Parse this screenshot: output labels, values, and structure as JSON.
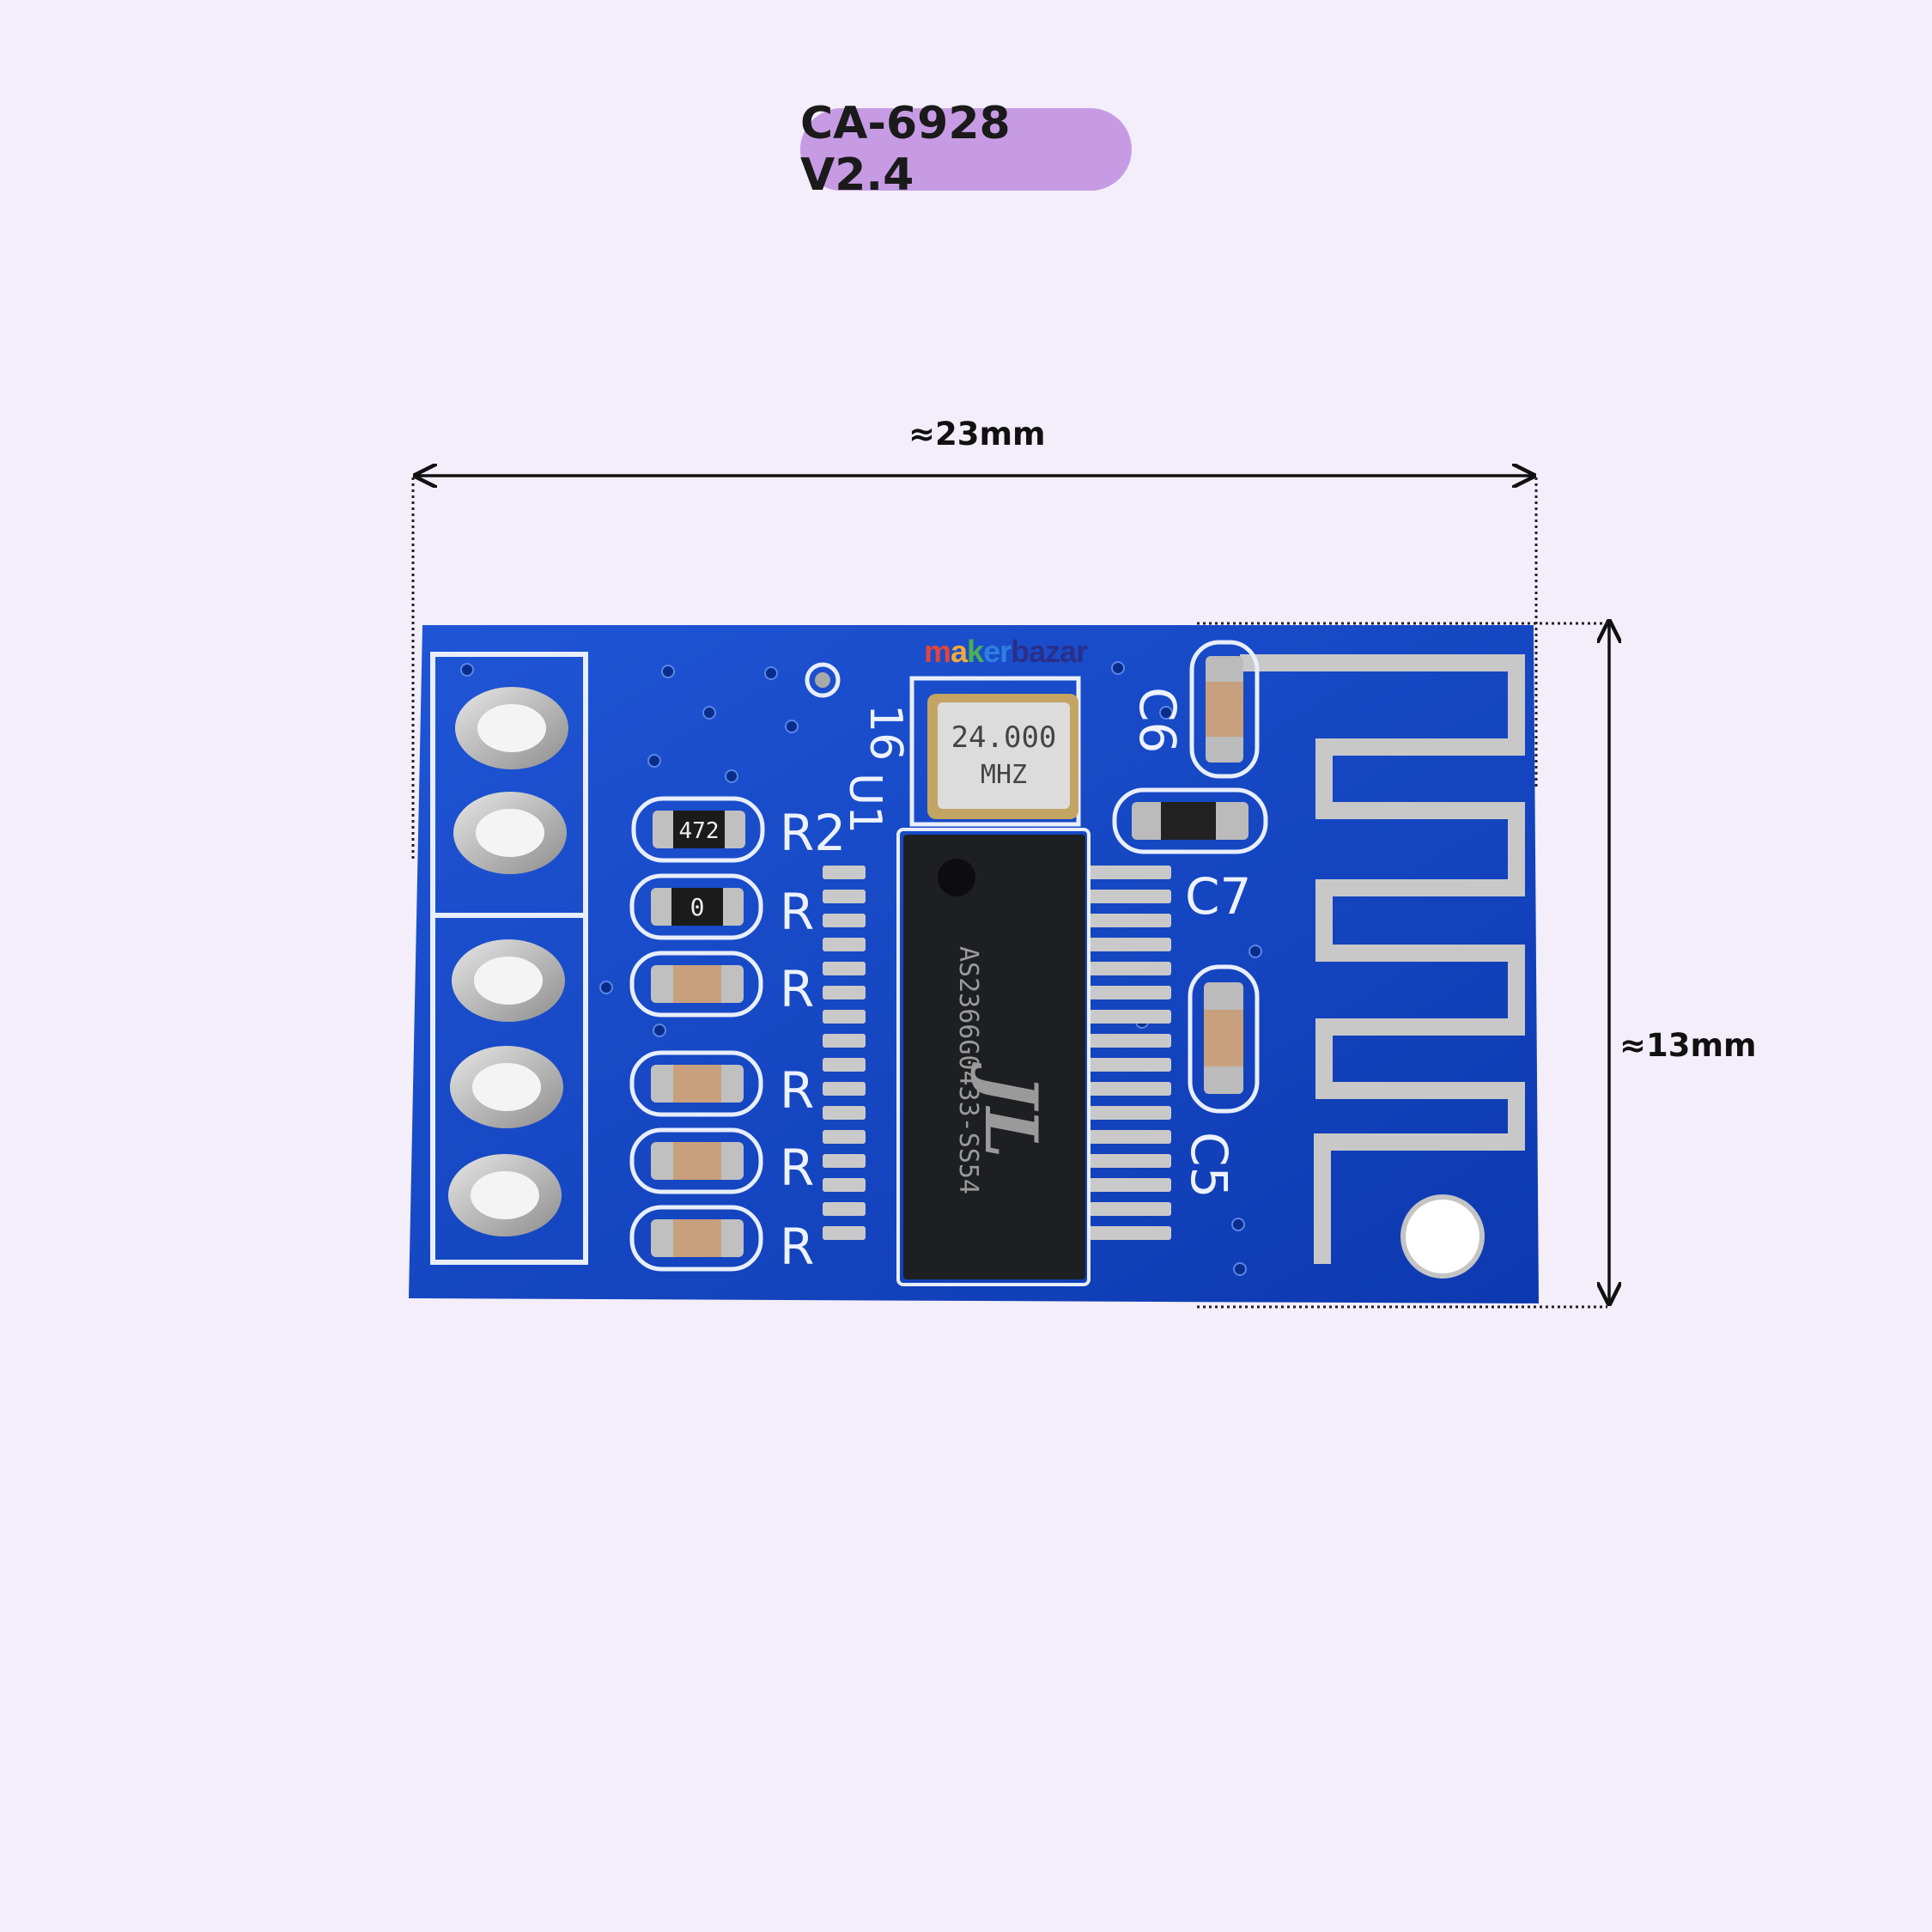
{
  "title": "CA-6928 V2.4",
  "dimensions": {
    "width": "≈23mm",
    "height": "≈13mm"
  },
  "logo": {
    "part1": "m",
    "part2": "a",
    "part3": "k",
    "part4": "er",
    "part5": "bazar"
  },
  "crystal": {
    "line1": "24.000",
    "line2": "MHZ"
  },
  "chip": {
    "marking": "AS2366G0433-SS54",
    "logo": "JL"
  },
  "silkscreen": {
    "u1": "U1",
    "u1_num": "16",
    "r2": "R2",
    "r": "R",
    "c5": "C5",
    "c6": "C6",
    "c7": "C7"
  },
  "resistors": {
    "r2_value": "472",
    "r_value": "0"
  },
  "colors": {
    "background": "#f3eef9",
    "pill": "#c79be4",
    "pcb": "#1446c8",
    "pad": "#c9c9c9"
  }
}
